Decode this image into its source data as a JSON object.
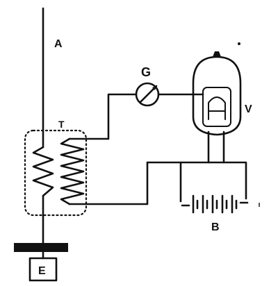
{
  "labels": {
    "aerial": "A",
    "transformer": "T",
    "galvanometer": "G",
    "valve": "V",
    "battery": "B",
    "earth": "E"
  }
}
